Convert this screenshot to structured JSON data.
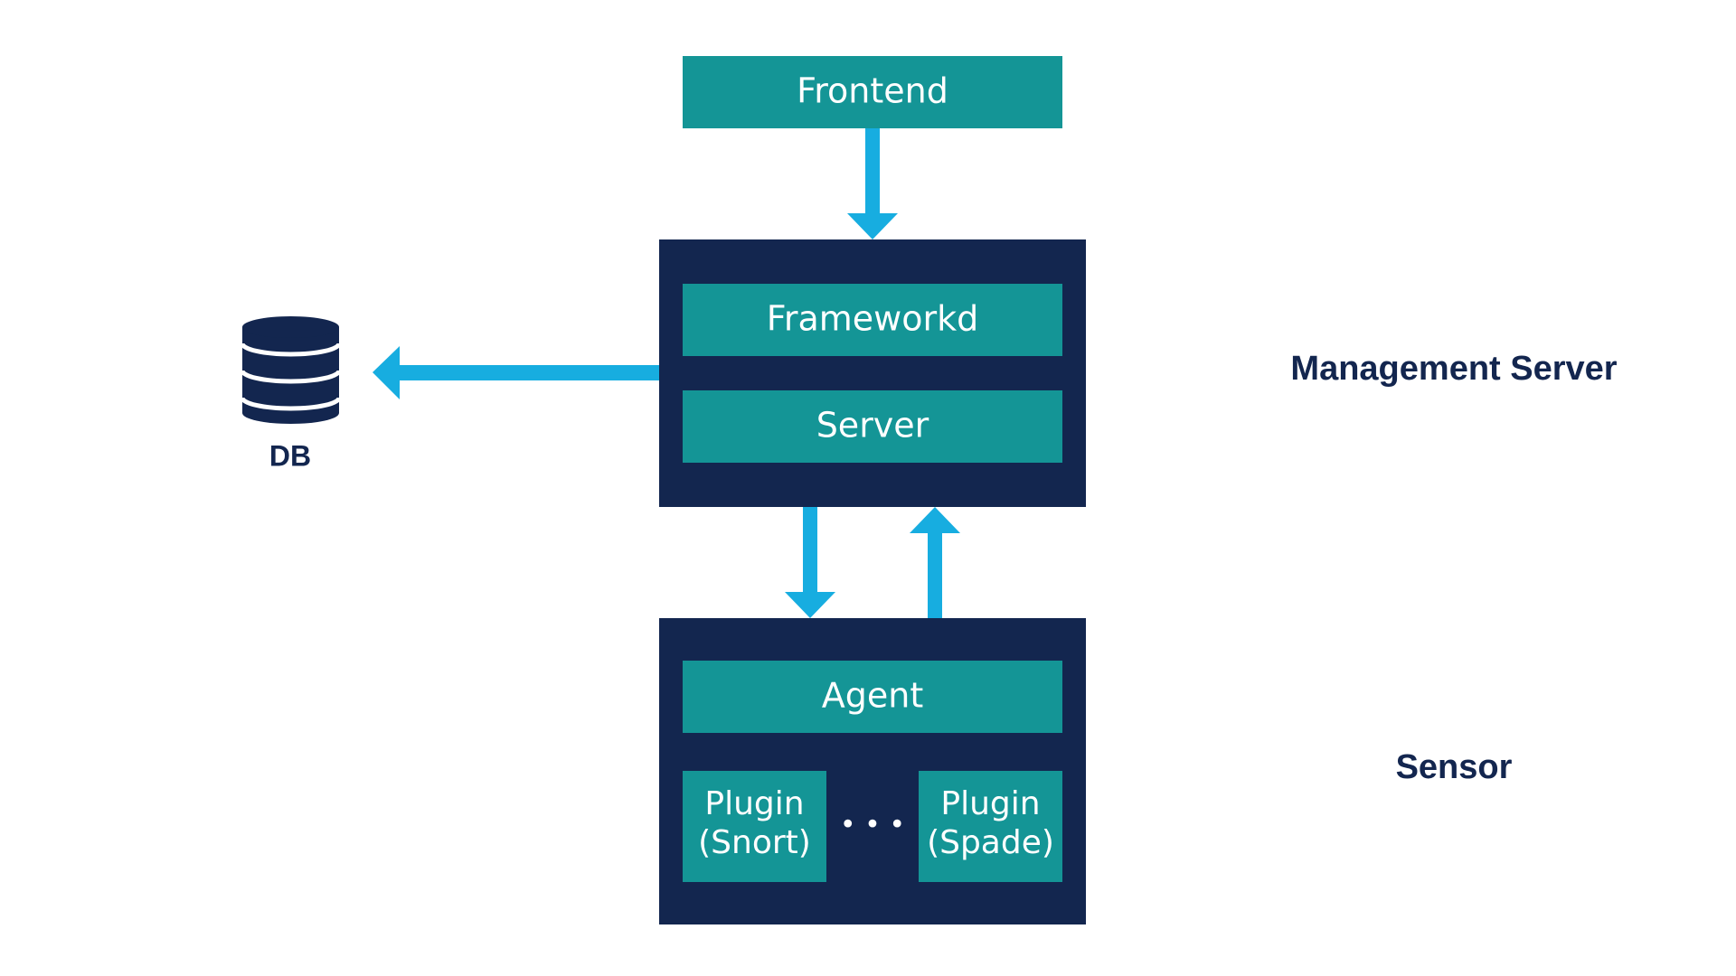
{
  "colors": {
    "navy": "#13264f",
    "teal": "#149596",
    "arrow": "#17ade0",
    "white": "#ffffff",
    "background": "#ffffff"
  },
  "nodes": {
    "frontend": {
      "label": "Frontend"
    },
    "frameworkd": {
      "label": "Frameworkd"
    },
    "server": {
      "label": "Server"
    },
    "agent": {
      "label": "Agent"
    },
    "plugin_snort": {
      "line1": "Plugin",
      "line2": "(Snort)"
    },
    "plugin_spade": {
      "line1": "Plugin",
      "line2": "(Spade)"
    },
    "ellipsis": "• • •"
  },
  "db": {
    "icon": "database-icon",
    "label": "DB"
  },
  "groups": {
    "management_server": {
      "label": "Management Server"
    },
    "sensor": {
      "label": "Sensor"
    }
  },
  "edges": [
    {
      "from": "Frontend",
      "to": "Management Server"
    },
    {
      "from": "Management Server",
      "to": "DB"
    },
    {
      "from": "Management Server",
      "to": "Sensor"
    },
    {
      "from": "Sensor",
      "to": "Management Server"
    }
  ]
}
